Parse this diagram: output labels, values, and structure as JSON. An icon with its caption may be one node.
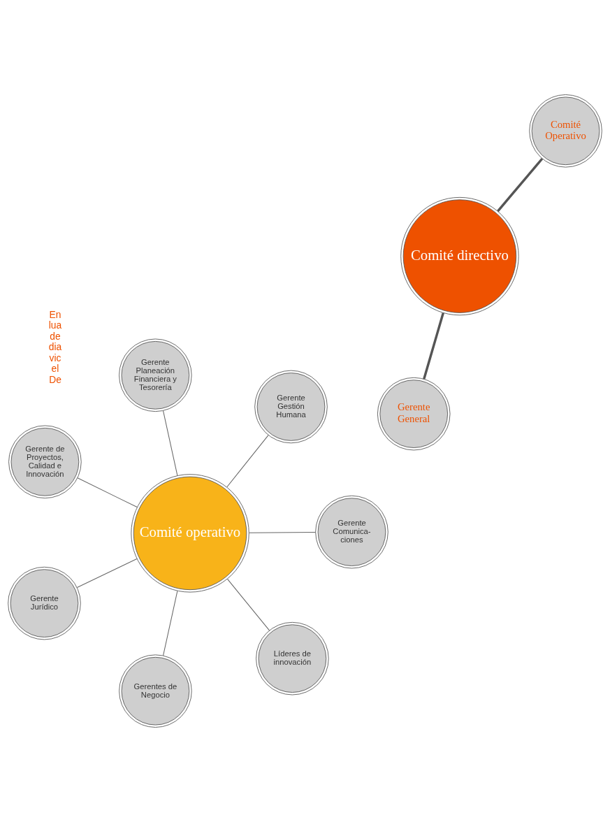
{
  "diagram": {
    "nodes": [
      {
        "text": [
          "Comité directivo"
        ]
      },
      {
        "text": [
          "Comité Operativo"
        ]
      },
      {
        "text": [
          "Gerente General"
        ]
      },
      {
        "text": [
          "Comité operativo"
        ]
      },
      {
        "text": [
          "Gerente Comunica- ciones"
        ]
      },
      {
        "text": [
          "Gerentes de Negocio"
        ]
      },
      {
        "text": [
          "Gerente de Proyectos, Calidad e Innovación"
        ]
      },
      {
        "text": [
          "Gerente Gestión Humana"
        ]
      },
      {
        "text": [
          "Gerente Planeación Financiera y Tesorería"
        ]
      },
      {
        "text": [
          "Gerente Jurídico"
        ]
      },
      {
        "text": [
          "Líderes de innovación"
        ]
      }
    ],
    "edges": [
      {
        "from": 0,
        "to": 1,
        "arrow": "none",
        "style": "thick",
        "color": "#555555"
      },
      {
        "from": 0,
        "to": 2,
        "arrow": "none",
        "style": "thick",
        "color": "#555555"
      },
      {
        "from": 3,
        "to": 5,
        "arrow": "none"
      },
      {
        "from": 3,
        "to": 4,
        "arrow": "none"
      },
      {
        "from": 3,
        "to": 6,
        "arrow": "none"
      },
      {
        "from": 3,
        "to": 7,
        "arrow": "none"
      },
      {
        "from": 3,
        "to": 8,
        "arrow": "none"
      },
      {
        "from": 3,
        "to": 9,
        "arrow": "none"
      },
      {
        "from": 3,
        "to": 10,
        "arrow": "none"
      }
    ],
    "labels": [
      "En lua de dia vic el De"
    ]
  }
}
